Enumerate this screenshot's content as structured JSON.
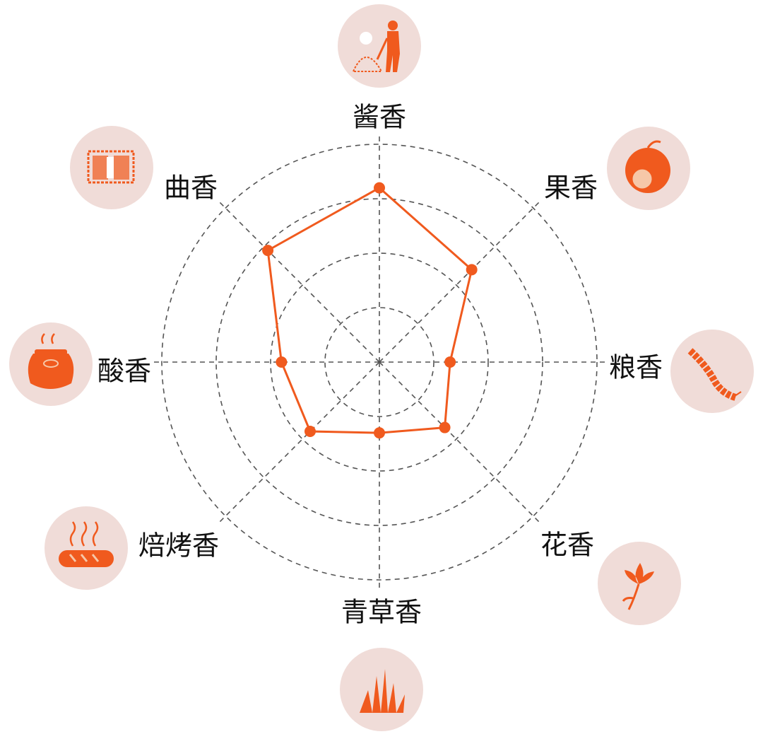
{
  "chart_data": {
    "type": "radar",
    "title": "",
    "categories": [
      "酱香",
      "果香",
      "粮香",
      "花香",
      "青草香",
      "焙烤香",
      "酸香",
      "曲香"
    ],
    "series": [
      {
        "values": [
          3.2,
          2.4,
          1.3,
          1.7,
          1.3,
          1.8,
          1.8,
          2.9
        ]
      }
    ],
    "rlim": [
      0,
      4
    ],
    "rings": [
      1,
      2,
      3,
      4
    ],
    "grid": true,
    "grid_style": "dashed",
    "tick_labels_shown": false,
    "legend": "none",
    "icons": [
      "farmer-pile-icon",
      "fruit-icon",
      "grain-icon",
      "flower-icon",
      "grass-icon",
      "bread-icon",
      "pot-icon",
      "qu-brick-icon"
    ]
  },
  "colors": {
    "series": "#f05a1e",
    "icon_bg": "#f0dcd8",
    "grid": "#555555",
    "text": "#111111"
  }
}
